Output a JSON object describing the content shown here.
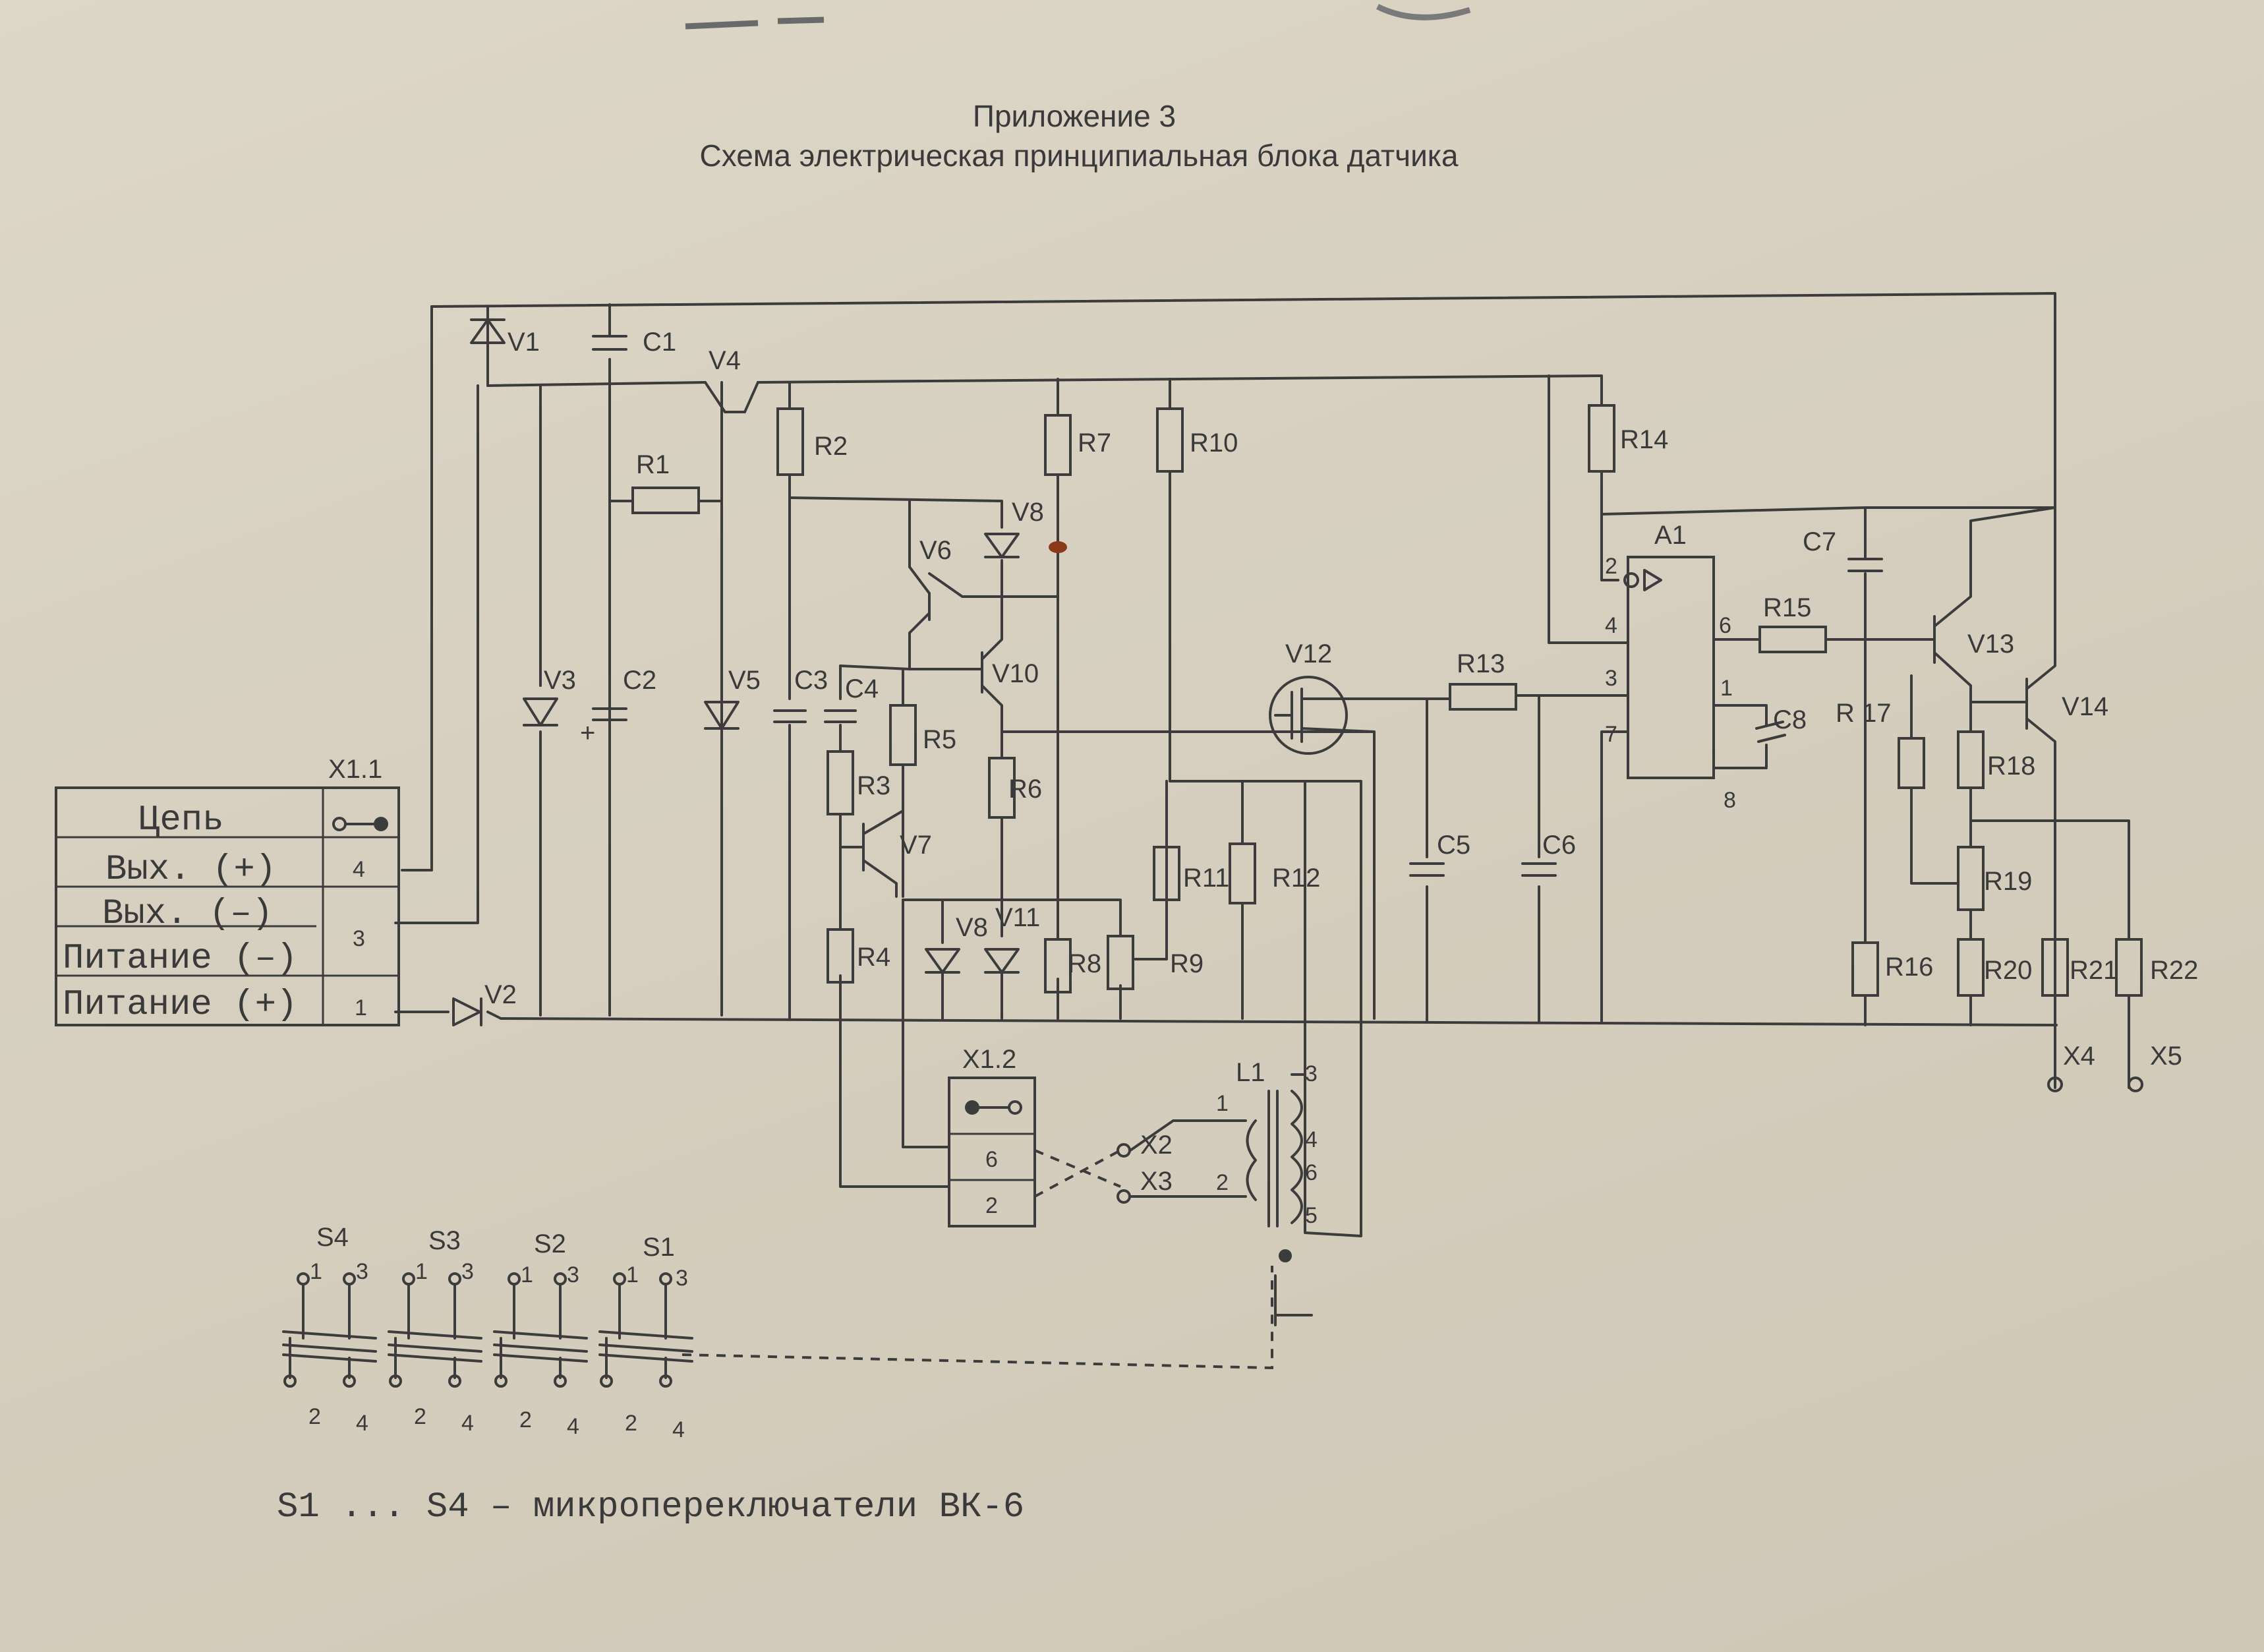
{
  "header": {
    "line1": "Приложение 3",
    "line2": "Схема электрическая принципиальная блока датчика"
  },
  "connector_table": {
    "title": "X1.1",
    "rows": [
      {
        "signal": "Цепь",
        "pin": ""
      },
      {
        "signal": "Вых. (+)",
        "pin": "4"
      },
      {
        "signal": "Вых. (–)",
        "pin": "3"
      },
      {
        "signal": "Питание (–)",
        "pin": ""
      },
      {
        "signal": "Питание (+)",
        "pin": "1"
      }
    ]
  },
  "components": {
    "V1": "V1",
    "V2": "V2",
    "V3": "V3",
    "V4": "V4",
    "V5": "V5",
    "V6": "V6",
    "V7": "V7",
    "V8a": "V8",
    "V8b": "V8",
    "V10": "V10",
    "V11": "V11",
    "V12": "V12",
    "V13": "V13",
    "V14": "V14",
    "R1": "R1",
    "R2": "R2",
    "R3": "R3",
    "R4": "R4",
    "R5": "R5",
    "R6": "R6",
    "R7": "R7",
    "R8": "R8",
    "R9": "R9",
    "R10": "R10",
    "R11": "R11",
    "R12": "R12",
    "R13": "R13",
    "R14": "R14",
    "R15": "R15",
    "R16": "R16",
    "R17": "R 17",
    "R18": "R18",
    "R19": "R19",
    "R20": "R20",
    "R21": "R21",
    "R22": "R22",
    "C1": "C1",
    "C2": "C2",
    "C3": "C3",
    "C4": "C4",
    "C5": "C5",
    "C6": "C6",
    "C7": "C7",
    "C8": "C8",
    "A1": "A1",
    "L1": "L1",
    "X12": "X1.2",
    "X2": "X2",
    "X3": "X3",
    "X4": "X4",
    "X5": "X5",
    "plus": "+"
  },
  "a1_pins": {
    "p2": "2",
    "p4": "4",
    "p3": "3",
    "p7": "7",
    "p6": "6",
    "p1": "1",
    "p8": "8"
  },
  "l1_pins": {
    "p1": "1",
    "p2": "2",
    "p3": "3",
    "p4": "4",
    "p6": "6",
    "p5": "5"
  },
  "x12_pins": {
    "p6": "6",
    "p2": "2"
  },
  "switches": [
    {
      "name": "S4",
      "p1": "1",
      "p3": "3",
      "p2": "2",
      "p4": "4"
    },
    {
      "name": "S3",
      "p1": "1",
      "p3": "3",
      "p2": "2",
      "p4": "4"
    },
    {
      "name": "S2",
      "p1": "1",
      "p3": "3",
      "p2": "2",
      "p4": "4"
    },
    {
      "name": "S1",
      "p1": "1",
      "p3": "3",
      "p2": "2",
      "p4": "4"
    }
  ],
  "footer": {
    "caption": "S1 ... S4 – микропереключатели ВК-6"
  }
}
